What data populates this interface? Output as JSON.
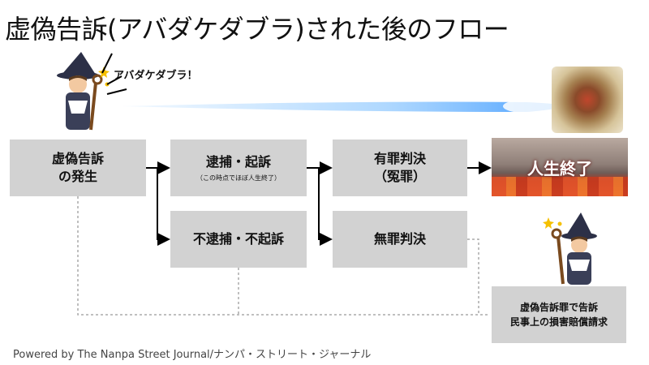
{
  "title": "虚偽告訴(アバダケダブラ)された後のフロー",
  "speech": "アバダケダブラ！",
  "nodes": {
    "occurrence": "虚偽告訴\nの発生",
    "arrest": "逮捕・起訴",
    "arrest_note": "（この時点でほぼ人生終了）",
    "no_arrest": "不逮捕・不起訴",
    "guilty": "有罪判決\n（冤罪）",
    "not_guilty": "無罪判決",
    "life_over": "人生終了",
    "counter": "虚偽告訴罪で告訴\n民事上の損害賠償請求"
  },
  "footer": "Powered by The Nanpa Street Journal/ナンパ・ストリート・ジャーナル",
  "colors": {
    "box": "#d2d2d2",
    "arrow": "#000000",
    "dotted": "#aaaaaa",
    "beam": "#8ec8ff"
  }
}
